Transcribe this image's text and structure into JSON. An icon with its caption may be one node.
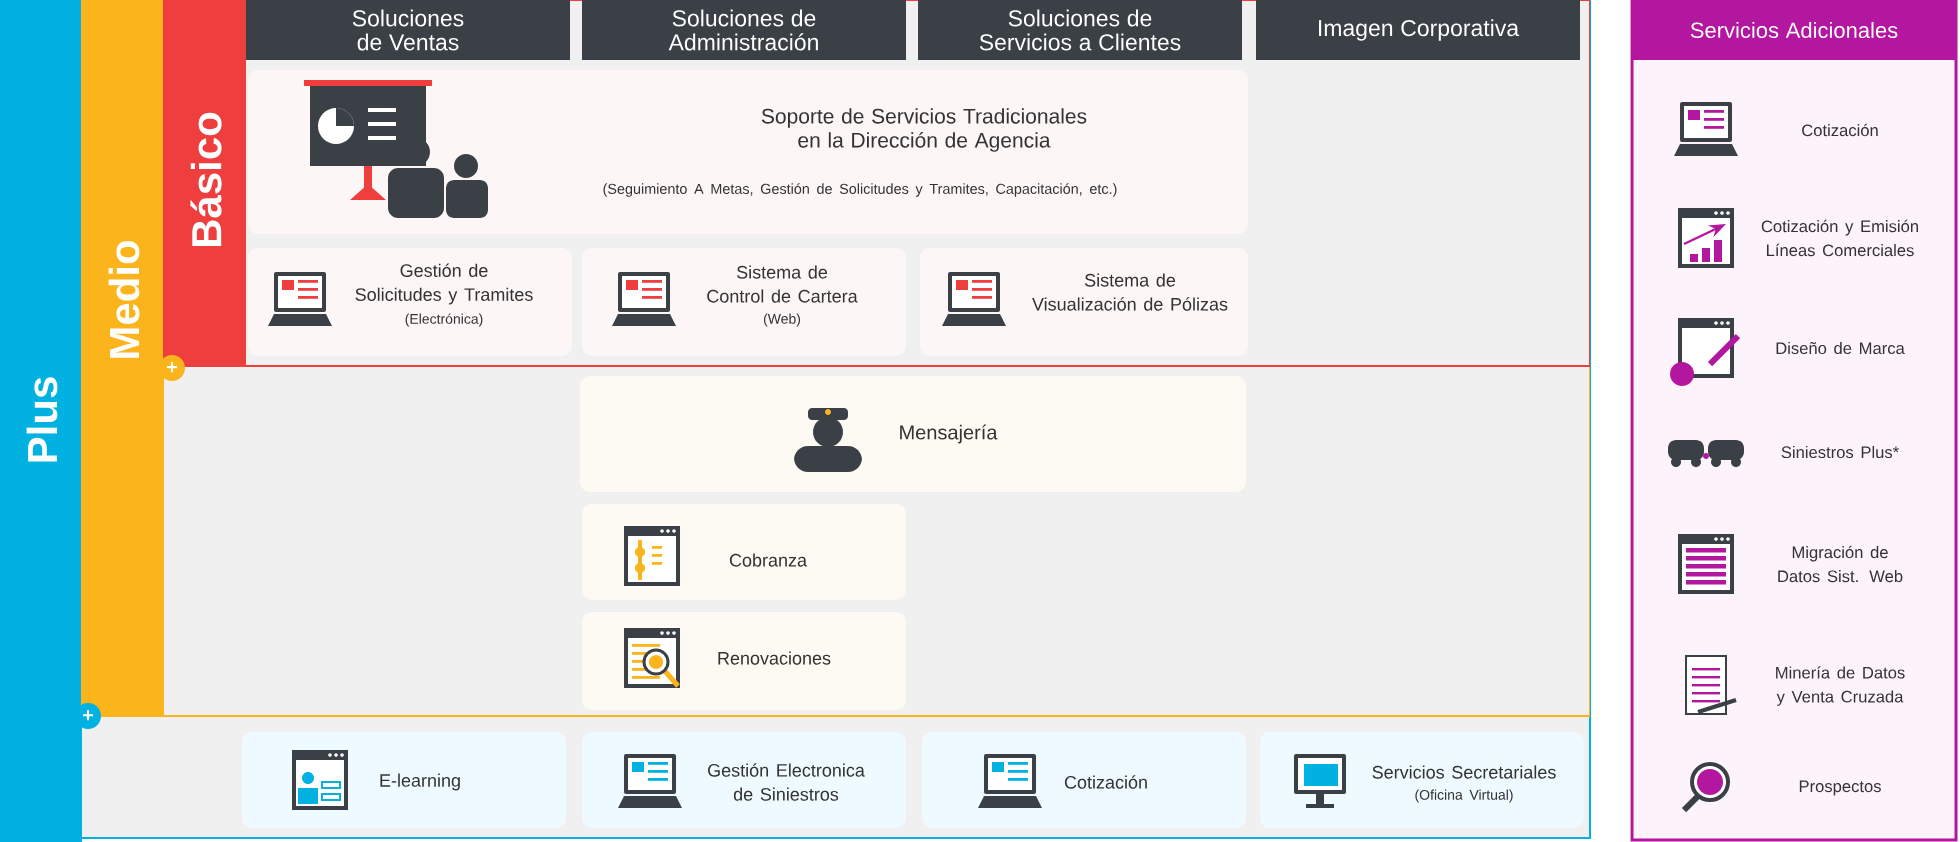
{
  "diagram": {
    "nodes": [
      {
        "text": [
          "Plus"
        ]
      },
      {
        "text": [
          "Medio"
        ],
        "in": 0
      },
      {
        "text": [
          "Básico"
        ],
        "in": 1
      },
      {
        "text": [
          "Soluciones de Ventas"
        ],
        "in": 2
      },
      {
        "text": [
          "Soluciones de Administración"
        ],
        "in": 2
      },
      {
        "text": [
          "Soluciones de Servicios a Clientes"
        ],
        "in": 2
      },
      {
        "text": [
          "Imagen Corporativa"
        ],
        "in": 2
      },
      {
        "text": [
          "Soporte de Servicios Tradicionales en la Dirección de Agencia",
          "(Seguimiento A Metas, Gestión de Solicitudes y Tramites, Capacitación, etc.)"
        ],
        "in": 2
      },
      {
        "text": [
          "Gestión de Solicitudes y Tramites",
          "(Electrónica)"
        ],
        "in": 2
      },
      {
        "text": [
          "Sistema de Control de Cartera",
          "(Web)"
        ],
        "in": 2
      },
      {
        "text": [
          "Sistema de Visualización de Pólizas"
        ],
        "in": 2
      },
      {
        "text": [
          "Mensajería"
        ],
        "in": 1
      },
      {
        "text": [
          "Cobranza"
        ],
        "in": 1
      },
      {
        "text": [
          "Renovaciones"
        ],
        "in": 1
      },
      {
        "text": [
          "E-learning"
        ],
        "in": 0
      },
      {
        "text": [
          "Gestión Electronica de Siniestros"
        ],
        "in": 0
      },
      {
        "text": [
          "Cotización"
        ],
        "in": 0
      },
      {
        "text": [
          "Servicios Secretariales",
          "(Oficina Virtual)"
        ],
        "in": 0
      },
      {
        "text": [
          "Servicios Adicionales",
          "Cotización",
          "Cotización y Emisión Líneas Comerciales",
          "Diseño de Marca",
          "Siniestros Plus*",
          "Migración de Datos Sist. Web",
          "Minería de Datos y Venta Cruzada",
          "Prospectos"
        ]
      }
    ],
    "labels": [
      "+",
      "+"
    ]
  }
}
